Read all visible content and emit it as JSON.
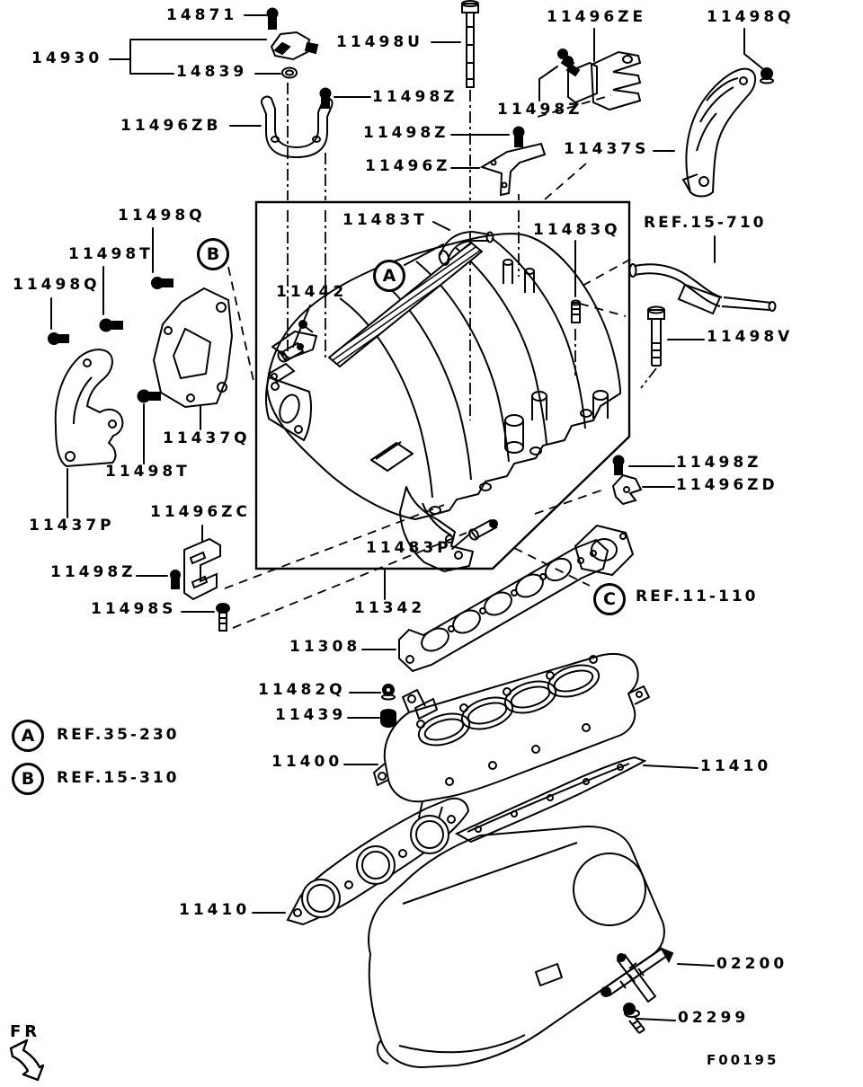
{
  "figure": {
    "code": "F00195",
    "front_marker": "FR"
  },
  "legend": [
    {
      "letter": "A",
      "ref": "REF.35-230"
    },
    {
      "letter": "B",
      "ref": "REF.15-310"
    }
  ],
  "callouts": {
    "a": "A",
    "b": "B",
    "c": "C",
    "c_ref": "REF.11-110"
  },
  "labels": [
    "14871",
    "14930",
    "14839",
    "11498U",
    "11496ZE",
    "11498Q",
    "11498Z",
    "11496ZB",
    "11498Z",
    "11498Z",
    "11496Z",
    "11437S",
    "11498Q",
    "11498T",
    "11498Q",
    "11483T",
    "11483Q",
    "REF.15-710",
    "11442",
    "11498V",
    "11437Q",
    "11498T",
    "11437P",
    "11496ZC",
    "11498Z",
    "11498S",
    "11483P",
    "11498Z",
    "11496ZD",
    "11342",
    "11308",
    "11482Q",
    "11439",
    "11400",
    "11410",
    "11410",
    "02200",
    "02299"
  ]
}
